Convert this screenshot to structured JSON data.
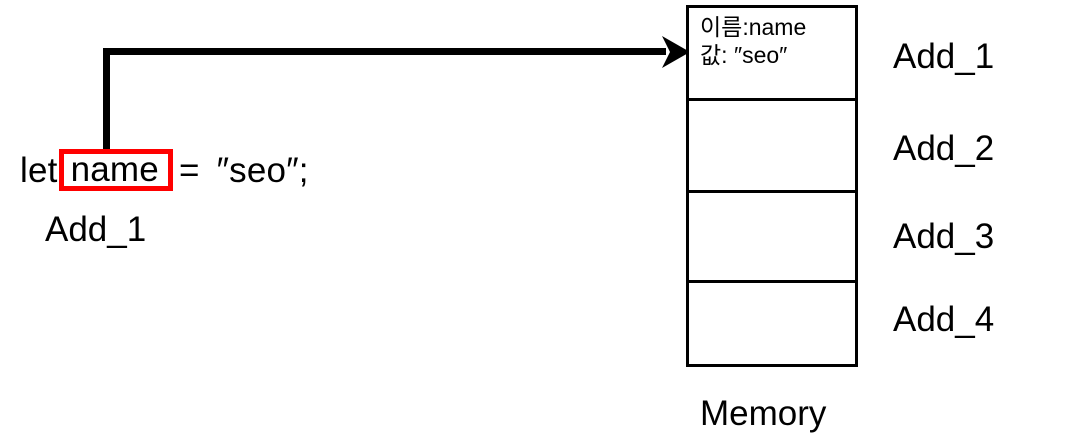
{
  "diagram": {
    "title_caption": "Memory",
    "background_color": "#ffffff",
    "stroke_color": "#000000",
    "highlight_color": "#FF0000"
  },
  "code": {
    "keyword": "let",
    "variable": "name",
    "operator": "=",
    "value": "″seo″;",
    "address_label": "Add_1"
  },
  "memory": {
    "caption": "Memory",
    "cells": [
      {
        "name_line": "이름:name",
        "value_line": "값: ″seo″",
        "address": "Add_1"
      },
      {
        "name_line": "",
        "value_line": "",
        "address": "Add_2"
      },
      {
        "name_line": "",
        "value_line": "",
        "address": "Add_3"
      },
      {
        "name_line": "",
        "value_line": "",
        "address": "Add_4"
      }
    ]
  },
  "arrow": {
    "label": "pointer-from-variable-to-memory-cell"
  }
}
